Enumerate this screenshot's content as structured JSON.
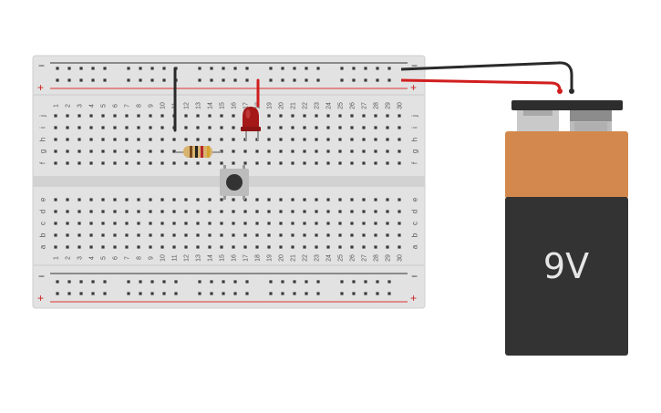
{
  "breadboard": {
    "columns": [
      "1",
      "2",
      "3",
      "4",
      "5",
      "6",
      "7",
      "8",
      "9",
      "10",
      "11",
      "12",
      "13",
      "14",
      "15",
      "16",
      "17",
      "18",
      "19",
      "20",
      "21",
      "22",
      "23",
      "24",
      "25",
      "26",
      "27",
      "28",
      "29",
      "30"
    ],
    "rows_top": [
      "j",
      "i",
      "h",
      "g",
      "f"
    ],
    "rows_bottom": [
      "e",
      "d",
      "c",
      "b",
      "a"
    ],
    "rail_minus": "−",
    "rail_plus": "+"
  },
  "battery": {
    "label": "9V",
    "body_color": "#333333",
    "band_color": "#d3894d"
  },
  "colors": {
    "board": "#e1e1e1",
    "hole": "#3a3a3a",
    "wire_red": "#d11e1e",
    "wire_black": "#2a2a2a",
    "rail_red_line": "#d44",
    "led": "#a51818"
  },
  "components": {
    "led": "led",
    "resistor": "resistor",
    "pushbutton": "pushbutton",
    "battery": "battery-9v"
  }
}
